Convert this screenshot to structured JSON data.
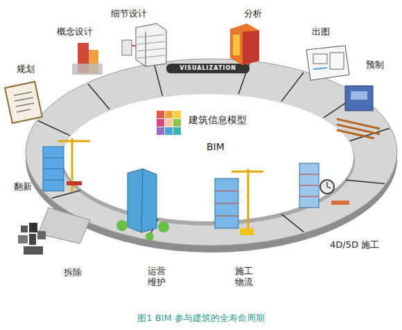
{
  "diagram": {
    "caption": "图1 BIM 参与建筑的全寿命周期",
    "labels": [
      "细节设计",
      "分析",
      "概念设计",
      "出图",
      "规划",
      "VISUALIZATION",
      "预制",
      "建筑信息模型",
      "BIM",
      "翻新",
      "4D/5D 施工",
      "拆除",
      "运营 维护",
      "施工 物流"
    ]
  }
}
